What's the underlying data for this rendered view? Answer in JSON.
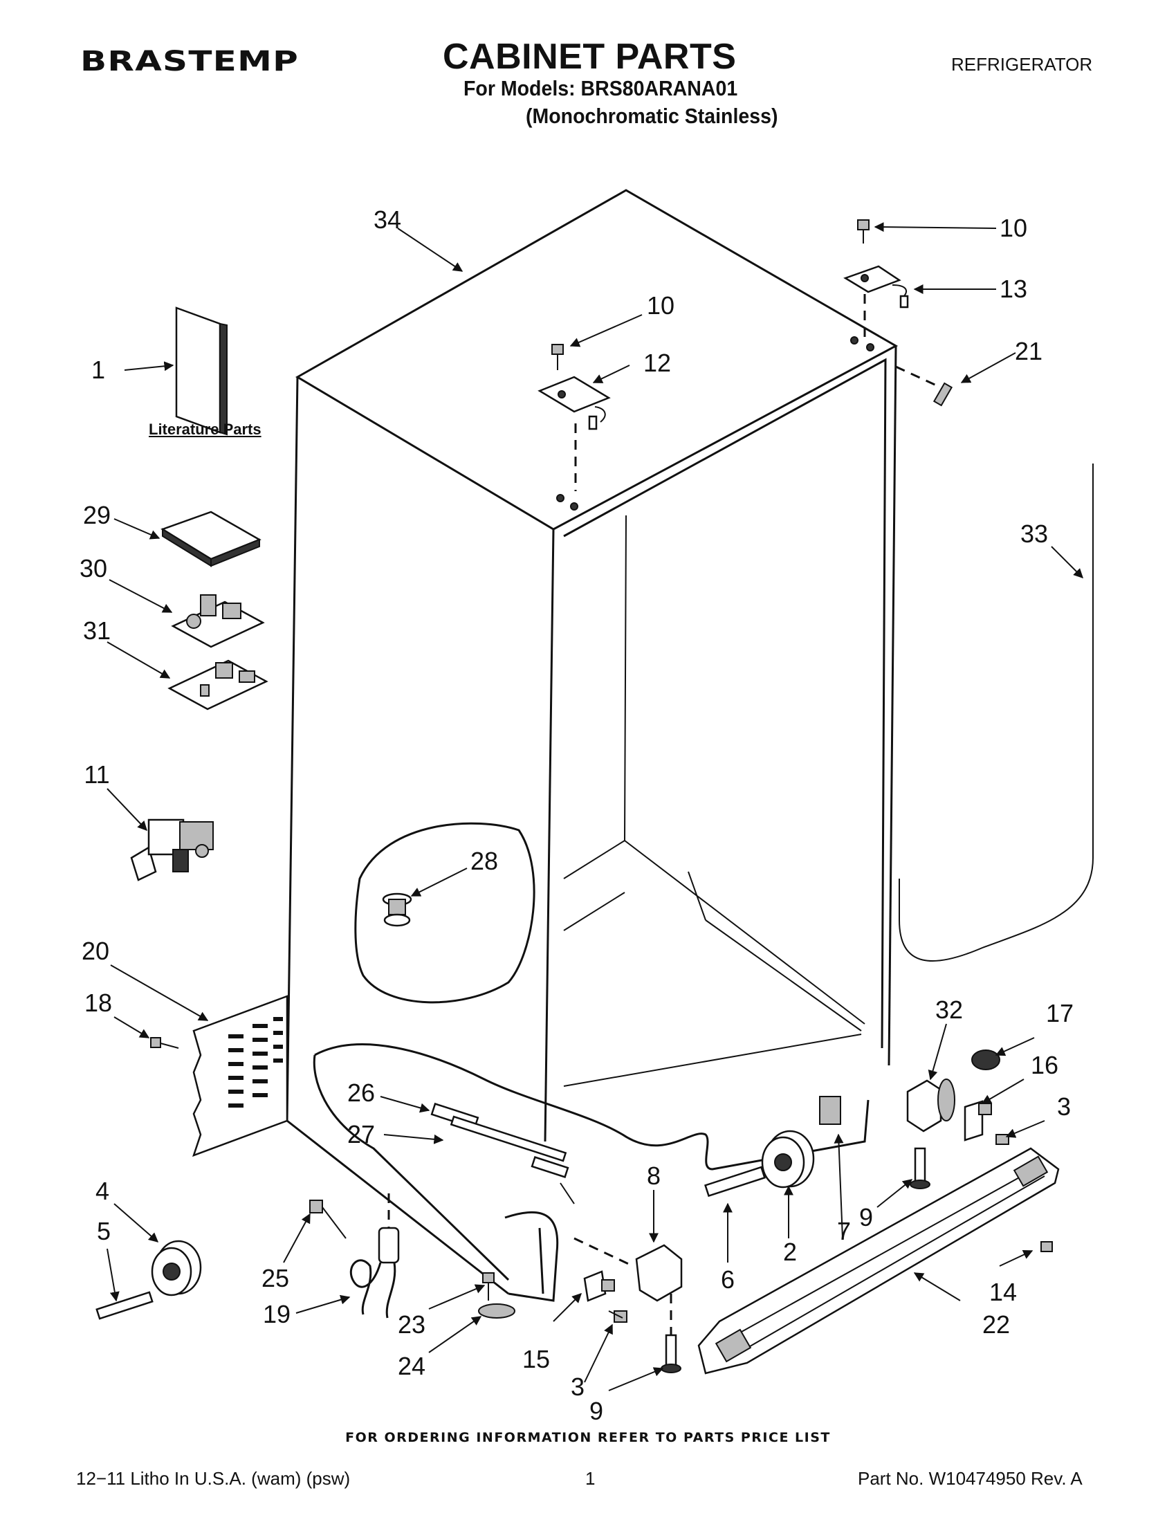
{
  "header": {
    "brand": "BRASTEMP",
    "title": "CABINET PARTS",
    "category": "REFRIGERATOR",
    "models": "For Models: BRS80ARANA01",
    "variant": "(Monochromatic Stainless)"
  },
  "diagram": {
    "literature_label": "Literature Parts",
    "callouts": [
      {
        "id": "c34",
        "label": "34"
      },
      {
        "id": "c10a",
        "label": "10"
      },
      {
        "id": "c10b",
        "label": "10"
      },
      {
        "id": "c13",
        "label": "13"
      },
      {
        "id": "c12",
        "label": "12"
      },
      {
        "id": "c21",
        "label": "21"
      },
      {
        "id": "c1",
        "label": "1"
      },
      {
        "id": "c29",
        "label": "29"
      },
      {
        "id": "c30",
        "label": "30"
      },
      {
        "id": "c31",
        "label": "31"
      },
      {
        "id": "c33",
        "label": "33"
      },
      {
        "id": "c11",
        "label": "11"
      },
      {
        "id": "c28",
        "label": "28"
      },
      {
        "id": "c20",
        "label": "20"
      },
      {
        "id": "c18",
        "label": "18"
      },
      {
        "id": "c32",
        "label": "32"
      },
      {
        "id": "c17",
        "label": "17"
      },
      {
        "id": "c16",
        "label": "16"
      },
      {
        "id": "c3a",
        "label": "3"
      },
      {
        "id": "c26",
        "label": "26"
      },
      {
        "id": "c27",
        "label": "27"
      },
      {
        "id": "c8",
        "label": "8"
      },
      {
        "id": "c4",
        "label": "4"
      },
      {
        "id": "c5",
        "label": "5"
      },
      {
        "id": "c6",
        "label": "6"
      },
      {
        "id": "c2",
        "label": "2"
      },
      {
        "id": "c7",
        "label": "7"
      },
      {
        "id": "c9a",
        "label": "9"
      },
      {
        "id": "c25",
        "label": "25"
      },
      {
        "id": "c19",
        "label": "19"
      },
      {
        "id": "c23",
        "label": "23"
      },
      {
        "id": "c24",
        "label": "24"
      },
      {
        "id": "c15",
        "label": "15"
      },
      {
        "id": "c3b",
        "label": "3"
      },
      {
        "id": "c9b",
        "label": "9"
      },
      {
        "id": "c14",
        "label": "14"
      },
      {
        "id": "c22",
        "label": "22"
      }
    ]
  },
  "footer": {
    "ordering_note": "FOR ORDERING INFORMATION REFER TO PARTS PRICE LIST",
    "litho": "12−11 Litho In U.S.A. (wam) (psw)",
    "page": "1",
    "part_no": "Part No. W10474950 Rev. A"
  }
}
